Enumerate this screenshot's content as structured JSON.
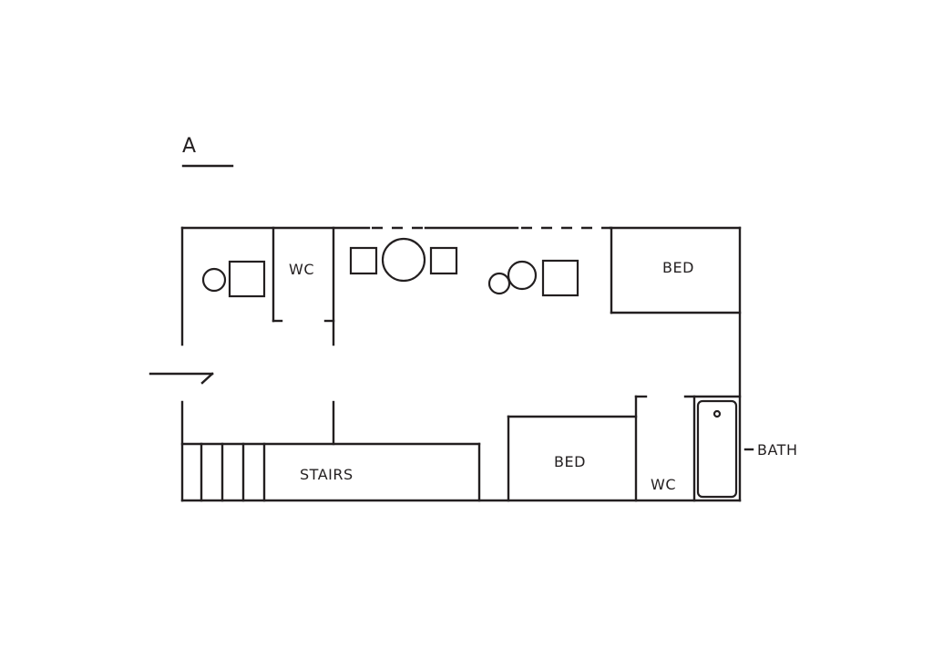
{
  "plan": {
    "title": "A",
    "labels": {
      "wc_top": "WC",
      "bed_top": "BED",
      "stairs": "STAIRS",
      "bed_bottom": "BED",
      "wc_bottom": "WC",
      "bath": "BATH"
    },
    "colors": {
      "line": "#231f20",
      "background": "#ffffff"
    }
  }
}
